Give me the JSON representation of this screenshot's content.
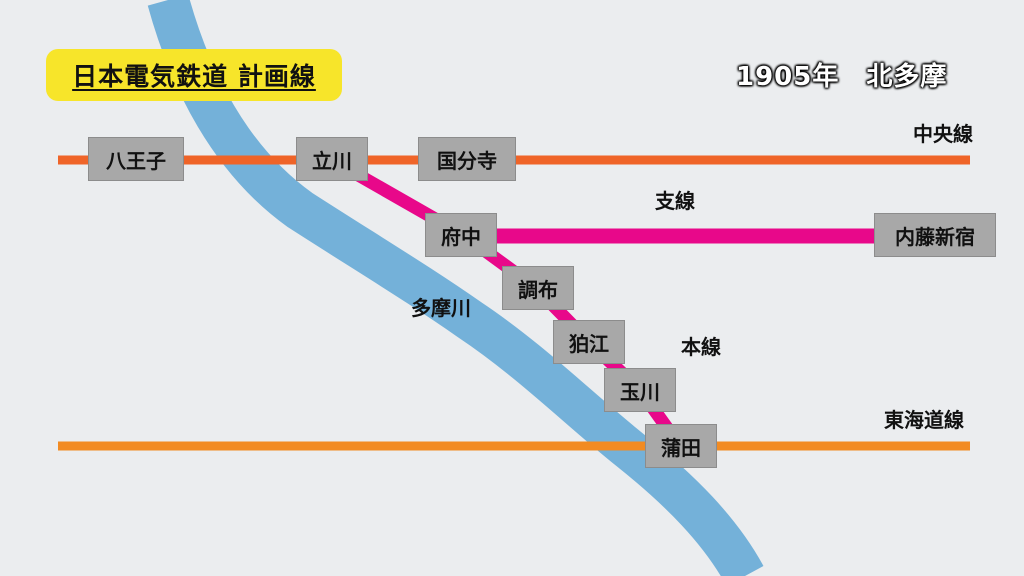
{
  "title": "日本電気鉄道 計画線",
  "year_region": "1905年　北多摩",
  "colors": {
    "background": "#ebedef",
    "title_bg": "#f7e52a",
    "river": "#74b1d9",
    "chuo_line": "#ef6428",
    "tokaido_line": "#f28b22",
    "planned_line": "#e8088a",
    "station_box": "#a8a8a8"
  },
  "lines": {
    "chuo": "中央線",
    "tokaido": "東海道線",
    "branch": "支線",
    "main": "本線"
  },
  "river": "多摩川",
  "stations": {
    "hachioji": "八王子",
    "tachikawa": "立川",
    "kokubunji": "国分寺",
    "fuchu": "府中",
    "naito_shinjuku": "内藤新宿",
    "chofu": "調布",
    "komae": "狛江",
    "tamagawa": "玉川",
    "kamata": "蒲田"
  }
}
